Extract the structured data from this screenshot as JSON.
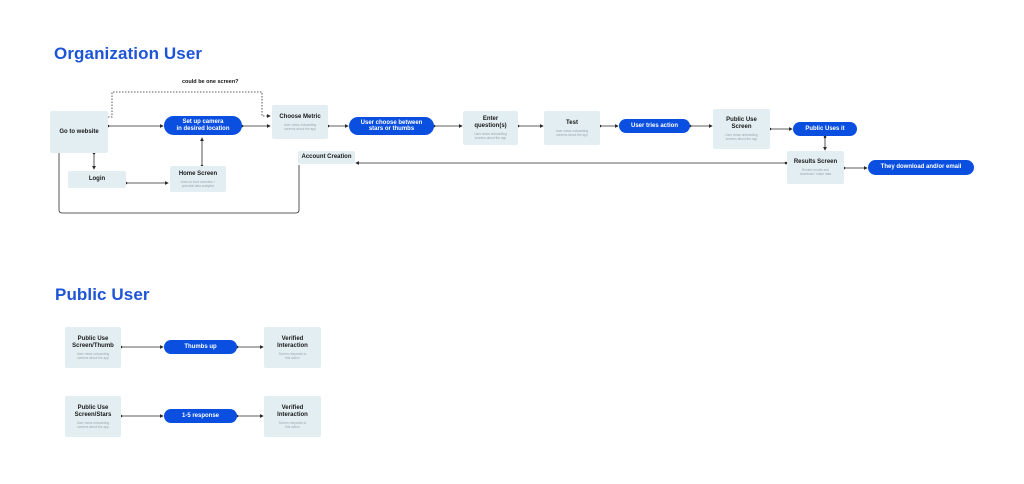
{
  "org": {
    "title": "Organization User",
    "annotation": "could be one screen?",
    "go_to_website": "Go to website",
    "login": "Login",
    "setup_camera": "Set up camera\nin desired location",
    "home_screen": {
      "title": "Home Screen",
      "desc": "Area on front overview +\npotential data analytics"
    },
    "choose_metric": {
      "title": "Choose Metric",
      "desc": "User views onboarding\nscreens about the app"
    },
    "user_choose": "User choose between\nstars or thumbs",
    "enter_question": {
      "title": "Enter question(s)",
      "desc": "User views onboarding\nscreens about the app"
    },
    "test": {
      "title": "Test",
      "desc": "User views onboarding\nscreens about the app"
    },
    "user_tries": "User tries action",
    "public_use_screen": {
      "title": "Public Use\nScreen",
      "desc": "User views onboarding\nscreens about the app"
    },
    "public_uses_it": "Public Uses it",
    "results_screen": {
      "title": "Results Screen",
      "desc": "Review results and\ndownload / share data"
    },
    "download": "They download and/or email",
    "account_creation": "Account Creation"
  },
  "public": {
    "title": "Public User",
    "row1": {
      "screen": {
        "title": "Public Use\nScreen/Thumb",
        "desc": "User views onboarding\nscreens about the app"
      },
      "action": "Thumbs up",
      "verified": {
        "title": "Verified\nInteraction",
        "desc": "Screen responds to\nthis action"
      }
    },
    "row2": {
      "screen": {
        "title": "Public Use\nScreen/Stars",
        "desc": "User views onboarding\nscreens about the app"
      },
      "action": "1-5 response",
      "verified": {
        "title": "Verified\nInteraction",
        "desc": "Screen responds to\nthis action"
      }
    }
  },
  "colors": {
    "accent": "#0a4fe0",
    "title": "#1d55d6",
    "node_bg": "#e3eef2",
    "line": "#2a2a2a"
  }
}
